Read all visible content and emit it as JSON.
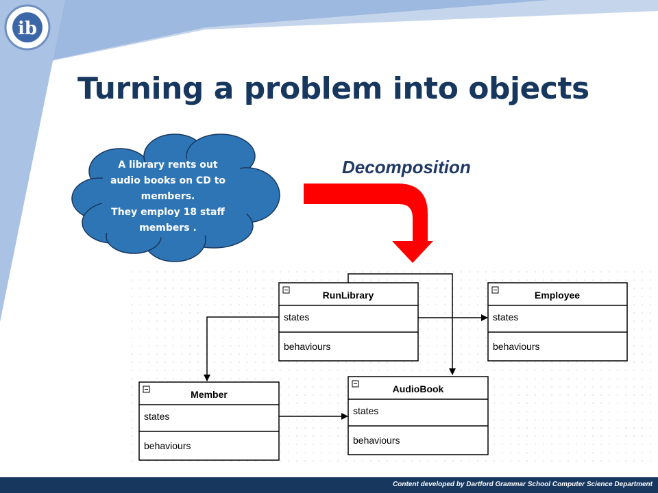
{
  "slide": {
    "title": "Turning a problem into objects",
    "decomposition_label": "Decomposition",
    "footer": "Content developed by Dartford Grammar School Computer Science Department",
    "logo_text": "ib"
  },
  "cloud": {
    "lines": [
      "A library rents out",
      "audio books on CD to",
      "members.",
      "They employ 18 staff",
      "members ."
    ]
  },
  "classes": {
    "runlibrary": {
      "name": "RunLibrary",
      "states": "states",
      "behaviours": "behaviours"
    },
    "employee": {
      "name": "Employee",
      "states": "states",
      "behaviours": "behaviours"
    },
    "member": {
      "name": "Member",
      "states": "states",
      "behaviours": "behaviours"
    },
    "audiobook": {
      "name": "AudioBook",
      "states": "states",
      "behaviours": "behaviours"
    }
  },
  "colors": {
    "title": "#17375e",
    "cloud": "#2e75b6",
    "arrow": "#ff0000",
    "footer": "#17375e",
    "band_light": "#c5d5ec",
    "band_medium": "#93b1dc"
  },
  "icons": [
    "ib-logo-icon",
    "collapse-icon"
  ]
}
